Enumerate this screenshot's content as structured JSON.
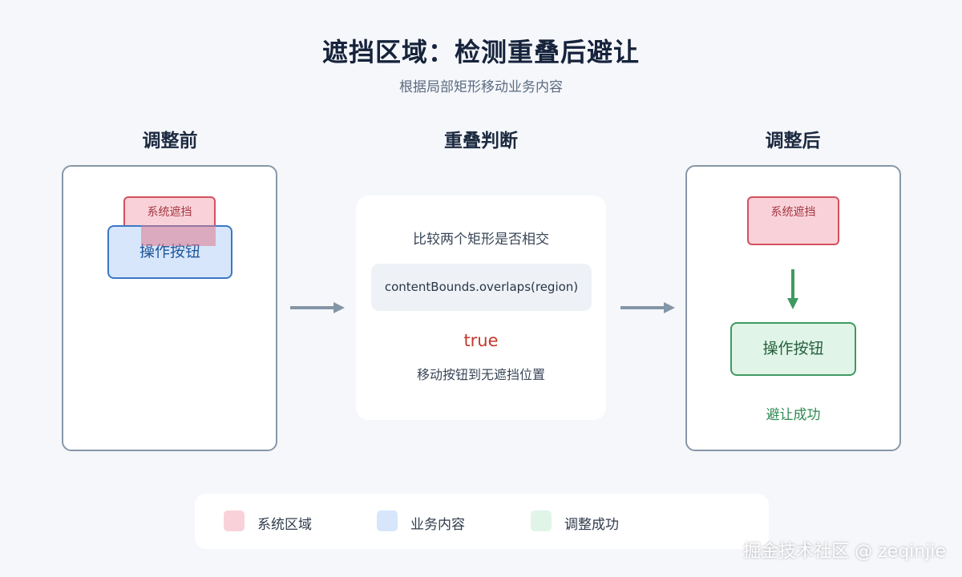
{
  "title": "遮挡区域：检测重叠后避让",
  "subtitle": "根据局部矩形移动业务内容",
  "columns": {
    "before": "调整前",
    "check": "重叠判断",
    "after": "调整后"
  },
  "before_panel": {
    "system_label": "系统遮挡",
    "button_label": "操作按钮"
  },
  "check_panel": {
    "heading": "比较两个矩形是否相交",
    "code": "contentBounds.overlaps(region)",
    "result": "true",
    "action": "移动按钮到无遮挡位置"
  },
  "after_panel": {
    "system_label": "系统遮挡",
    "button_label": "操作按钮",
    "status": "避让成功"
  },
  "legend": [
    {
      "label": "系统区域",
      "color": "#f8d2d8"
    },
    {
      "label": "业务内容",
      "color": "#d7e6fb"
    },
    {
      "label": "调整成功",
      "color": "#e1f4e8"
    }
  ],
  "colors": {
    "system": "#d4505e",
    "content": "#3b78c4",
    "success": "#3f9a62",
    "arrow": "#8495a6"
  },
  "watermark": "掘金技术社区 @ zeqinjie"
}
